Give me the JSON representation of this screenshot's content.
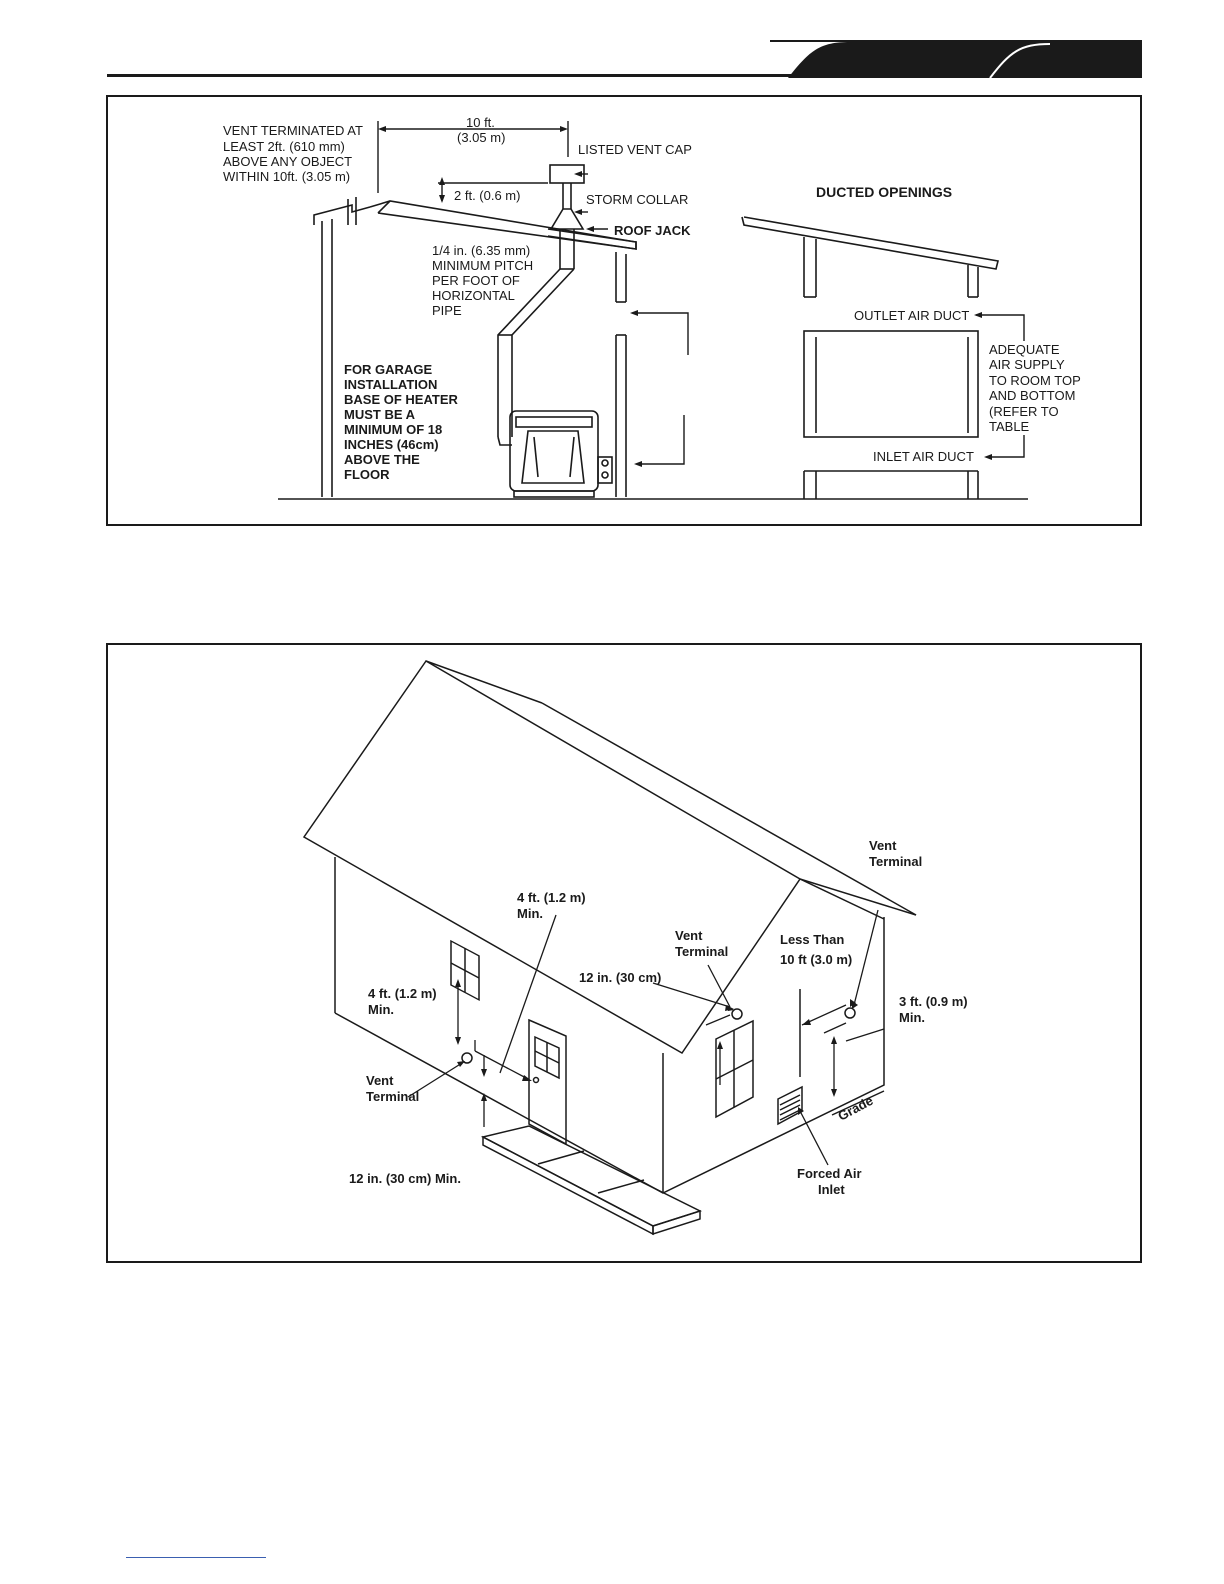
{
  "top_diagram": {
    "vent_terminated": [
      "VENT TERMINATED AT",
      "LEAST 2ft. (610 mm)",
      "ABOVE ANY OBJECT",
      "WITHIN 10ft. (3.05 m)"
    ],
    "distance_10ft": [
      "10 ft.",
      "(3.05 m)"
    ],
    "listed_vent_cap": "LISTED VENT CAP",
    "distance_2ft": "2 ft. (0.6 m)",
    "storm_collar": "STORM COLLAR",
    "roof_jack": "ROOF JACK",
    "pitch_note": [
      "1/4 in. (6.35 mm)",
      "MINIMUM PITCH",
      "PER FOOT OF",
      "HORIZONTAL",
      "PIPE"
    ],
    "garage_note": [
      "FOR GARAGE",
      "INSTALLATION",
      "BASE OF HEATER",
      "MUST BE A",
      "MINIMUM OF 18",
      "INCHES (46cm)",
      "ABOVE THE",
      "FLOOR"
    ],
    "ducted_openings": "DUCTED OPENINGS",
    "outlet_air_duct": "OUTLET AIR DUCT",
    "inlet_air_duct": "INLET AIR DUCT",
    "air_supply_note": [
      "ADEQUATE",
      "AIR SUPPLY",
      "TO ROOM TOP",
      "AND BOTTOM",
      "(REFER TO",
      "TABLE"
    ]
  },
  "bottom_diagram": {
    "door_clearance": [
      "4 ft. (1.2 m)",
      "Min."
    ],
    "window_clearance": [
      "4 ft. (1.2 m)",
      "Min."
    ],
    "vent_terminal_left": [
      "Vent",
      "Terminal"
    ],
    "grade_clearance": "12 in. (30 cm) Min.",
    "vent_terminal_center": [
      "Vent",
      "Terminal"
    ],
    "side_window_clearance": "12 in. (30 cm)",
    "less_than_10ft": [
      "Less Than",
      "10 ft (3.0 m)"
    ],
    "vent_terminal_right": [
      "Vent",
      "Terminal"
    ],
    "forced_air_clearance": [
      "3 ft. (0.9 m)",
      "Min."
    ],
    "forced_air_inlet": [
      "Forced Air",
      "Inlet"
    ],
    "grade": "Grade"
  }
}
